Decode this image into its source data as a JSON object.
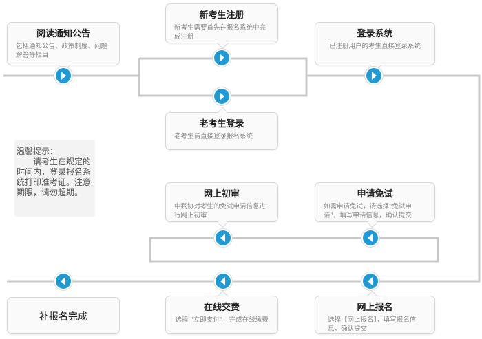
{
  "steps": {
    "read_notice": {
      "title": "阅读通知公告",
      "desc": "包括通知公告、政策制度、问题解答等栏目"
    },
    "new_register": {
      "title": "新考生注册",
      "desc": "新考生需要首先在报名系统中完成注册"
    },
    "login": {
      "title": "登录系统",
      "desc": "已注册用户的考生直接登录系统"
    },
    "old_login": {
      "title": "老考生登录",
      "desc": "老考生请直接登录报名系统"
    },
    "preliminary_review": {
      "title": "网上初审",
      "desc": "中我协对考生的免试申请信息进行网上初审"
    },
    "apply_exemption": {
      "title": "申请免试",
      "desc": "如需申请免试，请选择\"免试申请\"，填写申请信息，确认提交"
    },
    "online_payment": {
      "title": "在线交费",
      "desc": "选择 \"立即支付\"，完成在线缴费"
    },
    "online_register": {
      "title": "网上报名",
      "desc": "选择【网上报名】，填写报名信息，确认提交"
    },
    "complete": {
      "title": "补报名完成"
    }
  },
  "tip": {
    "heading": "温馨提示：",
    "body": "请考生在规定的时间内，登录报名系统打印准考证。注意期限，请勿超期。"
  },
  "colors": {
    "arrow_button": "#1e9bd7",
    "line": "#c8c8c8",
    "card_bg": "#fafafa"
  },
  "icons": {
    "right": "arrow-right-icon",
    "left": "arrow-left-icon"
  }
}
